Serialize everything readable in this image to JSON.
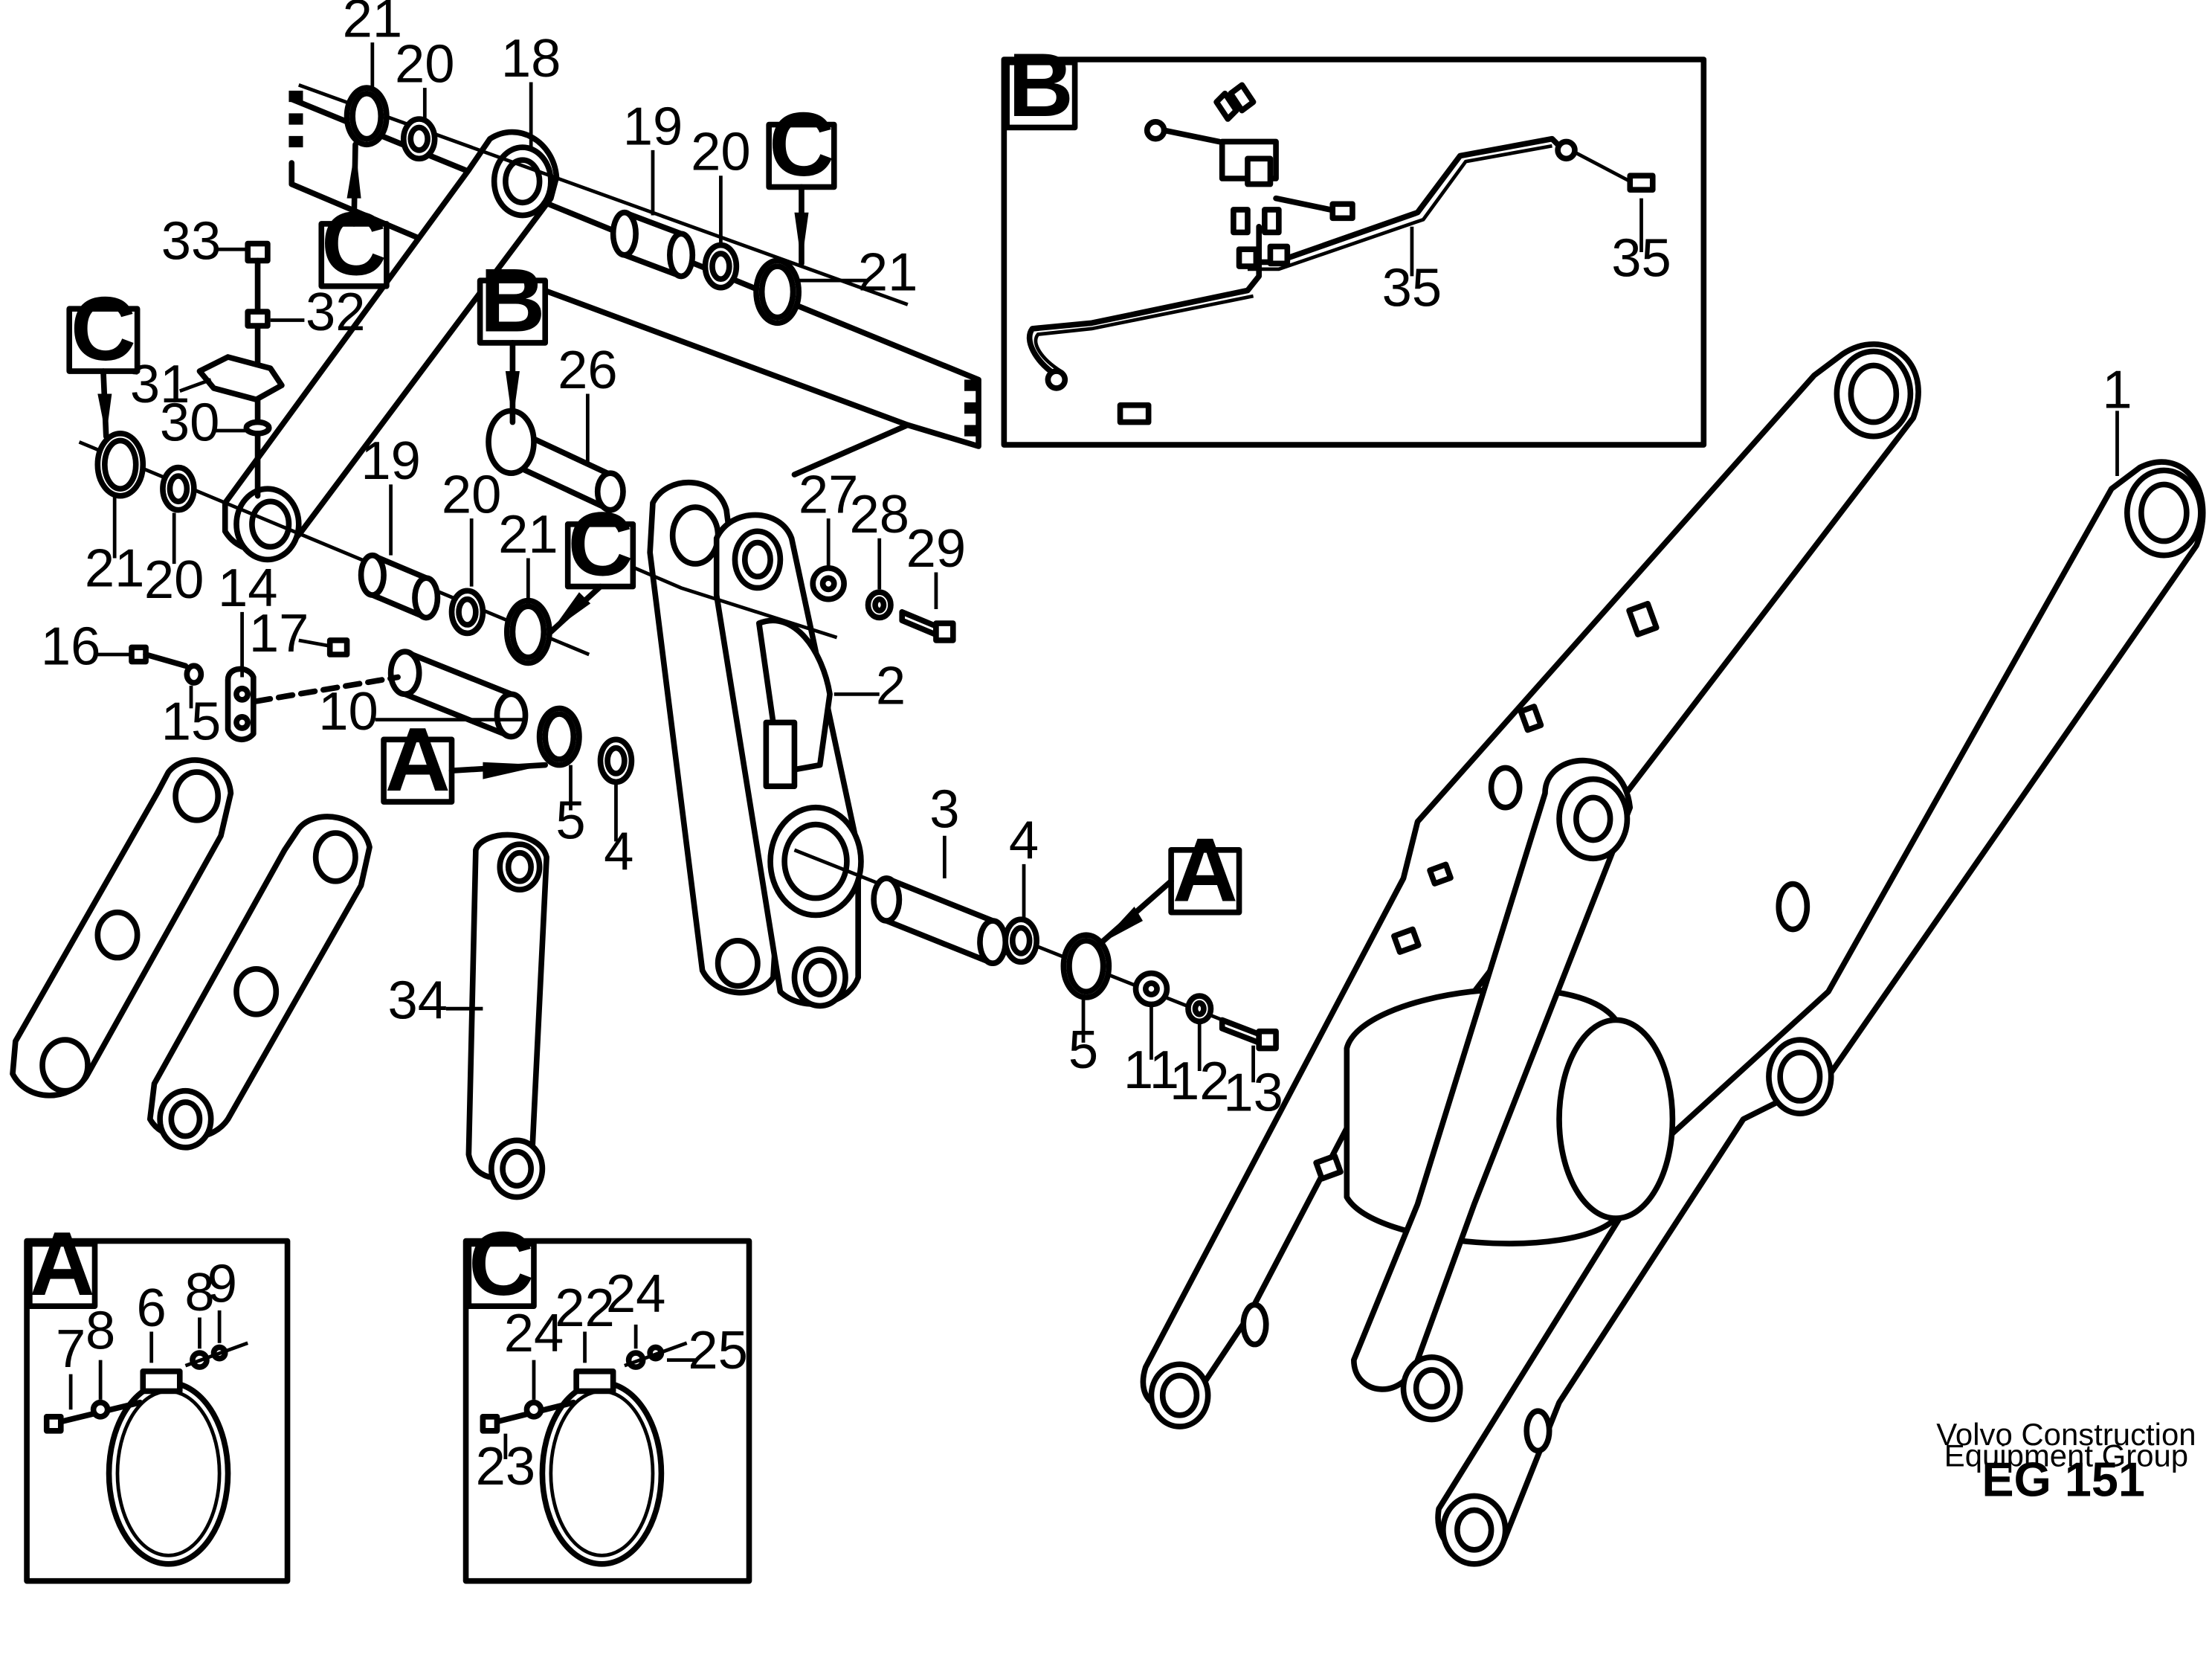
{
  "detail_labels": {
    "a": "A",
    "b": "B",
    "c": "C"
  },
  "callouts": [
    {
      "id": "c-21a",
      "text": "21"
    },
    {
      "id": "c-20a",
      "text": "20"
    },
    {
      "id": "c-18",
      "text": "18"
    },
    {
      "id": "c-19a",
      "text": "19"
    },
    {
      "id": "c-20b",
      "text": "20"
    },
    {
      "id": "c-21b",
      "text": "21"
    },
    {
      "id": "c-33",
      "text": "33"
    },
    {
      "id": "c-32",
      "text": "32"
    },
    {
      "id": "c-26",
      "text": "26"
    },
    {
      "id": "c-31",
      "text": "31"
    },
    {
      "id": "c-30",
      "text": "30"
    },
    {
      "id": "c-21c",
      "text": "21"
    },
    {
      "id": "c-20c",
      "text": "20"
    },
    {
      "id": "c-19b",
      "text": "19"
    },
    {
      "id": "c-20d",
      "text": "20"
    },
    {
      "id": "c-21d",
      "text": "21"
    },
    {
      "id": "c-27",
      "text": "27"
    },
    {
      "id": "c-28",
      "text": "28"
    },
    {
      "id": "c-29",
      "text": "29"
    },
    {
      "id": "c-14",
      "text": "14"
    },
    {
      "id": "c-16",
      "text": "16"
    },
    {
      "id": "c-17",
      "text": "17"
    },
    {
      "id": "c-15",
      "text": "15"
    },
    {
      "id": "c-10",
      "text": "10"
    },
    {
      "id": "c-2",
      "text": "2"
    },
    {
      "id": "c-5a",
      "text": "5"
    },
    {
      "id": "c-4a",
      "text": "4"
    },
    {
      "id": "c-3",
      "text": "3"
    },
    {
      "id": "c-4b",
      "text": "4"
    },
    {
      "id": "c-34",
      "text": "34"
    },
    {
      "id": "c-5b",
      "text": "5"
    },
    {
      "id": "c-11",
      "text": "11"
    },
    {
      "id": "c-12",
      "text": "12"
    },
    {
      "id": "c-13",
      "text": "13"
    },
    {
      "id": "c-1",
      "text": "1"
    },
    {
      "id": "c-35a",
      "text": "35"
    },
    {
      "id": "c-35b",
      "text": "35"
    },
    {
      "id": "c-a6",
      "text": "6"
    },
    {
      "id": "c-a8a",
      "text": "8"
    },
    {
      "id": "c-a9",
      "text": "9"
    },
    {
      "id": "c-a7",
      "text": "7"
    },
    {
      "id": "c-a8b",
      "text": "8"
    },
    {
      "id": "c-c22",
      "text": "22"
    },
    {
      "id": "c-c24a",
      "text": "24"
    },
    {
      "id": "c-c24b",
      "text": "24"
    },
    {
      "id": "c-c25",
      "text": "25"
    },
    {
      "id": "c-c23",
      "text": "23"
    }
  ],
  "footer": {
    "line1": "Volvo Construction",
    "line2": "Equipment Group",
    "code": "EG 151"
  }
}
